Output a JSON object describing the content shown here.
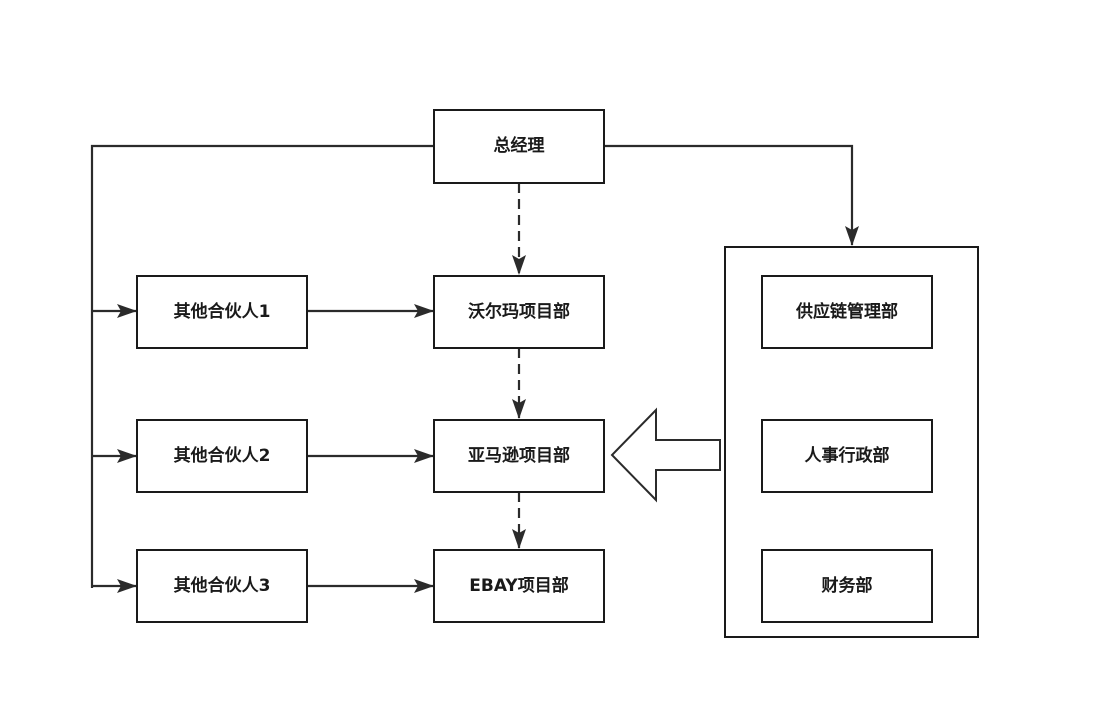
{
  "nodes": {
    "gm": "总经理",
    "partner1": "其他合伙人1",
    "partner2": "其他合伙人2",
    "partner3": "其他合伙人3",
    "walmart": "沃尔玛项目部",
    "amazon": "亚马逊项目部",
    "ebay": "EBAY项目部",
    "supply": "供应链管理部",
    "hr": "人事行政部",
    "finance": "财务部"
  },
  "colors": {
    "stroke": "#1a1a1a",
    "background": "#ffffff"
  }
}
